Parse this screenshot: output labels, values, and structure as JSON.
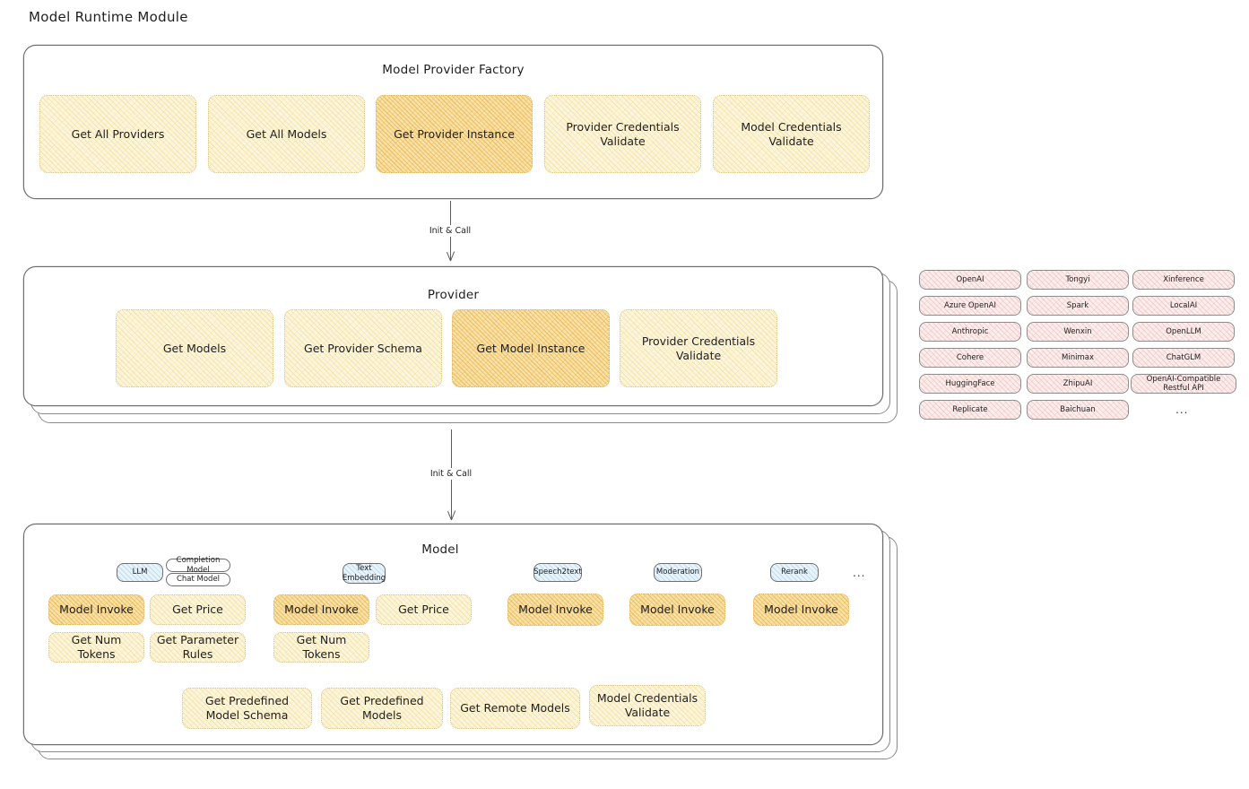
{
  "page": {
    "title": "Model Runtime Module",
    "accent_yellow": "#fdf6de",
    "accent_yellow_strong": "#fae3ad",
    "accent_pink": "#fdeeee",
    "accent_blue": "#e8f3fb",
    "stroke": "#6b6b6b"
  },
  "factory": {
    "title": "Model Provider Factory",
    "chips": [
      {
        "label": "Get All Providers",
        "highlight": false
      },
      {
        "label": "Get All Models",
        "highlight": false
      },
      {
        "label": "Get Provider Instance",
        "highlight": true
      },
      {
        "label": "Provider Credentials Validate",
        "highlight": false
      },
      {
        "label": "Model Credentials Validate",
        "highlight": false
      }
    ]
  },
  "arrows": [
    {
      "label": "Init & Call"
    },
    {
      "label": "Init & Call"
    }
  ],
  "provider": {
    "title": "Provider",
    "chips": [
      {
        "label": "Get Models",
        "highlight": false
      },
      {
        "label": "Get Provider Schema",
        "highlight": false
      },
      {
        "label": "Get Model Instance",
        "highlight": true
      },
      {
        "label": "Provider Credentials Validate",
        "highlight": false
      }
    ]
  },
  "provider_list": {
    "columns": [
      {
        "items": [
          "OpenAI",
          "Azure OpenAI",
          "Anthropic",
          "Cohere",
          "HuggingFace",
          "Replicate"
        ]
      },
      {
        "items": [
          "Tongyi",
          "Spark",
          "Wenxin",
          "Minimax",
          "ZhipuAI",
          "Baichuan"
        ]
      },
      {
        "items": [
          "Xinference",
          "LocalAI",
          "OpenLLM",
          "ChatGLM",
          "OpenAI-Compatible Restful API"
        ]
      }
    ],
    "more": "..."
  },
  "model": {
    "title": "Model",
    "more": "...",
    "types": [
      {
        "badge": "LLM",
        "sub_badges": [
          "Completion Model",
          "Chat Model"
        ],
        "methods": [
          {
            "label": "Model Invoke",
            "highlight": true
          },
          {
            "label": "Get Price",
            "highlight": false
          },
          {
            "label": "Get Num Tokens",
            "highlight": false
          },
          {
            "label": "Get Parameter Rules",
            "highlight": false
          }
        ]
      },
      {
        "badge": "Text Embedding",
        "sub_badges": [],
        "methods": [
          {
            "label": "Model Invoke",
            "highlight": true
          },
          {
            "label": "Get Price",
            "highlight": false
          },
          {
            "label": "Get Num Tokens",
            "highlight": false
          }
        ]
      },
      {
        "badge": "Speech2text",
        "sub_badges": [],
        "methods": [
          {
            "label": "Model Invoke",
            "highlight": true
          }
        ]
      },
      {
        "badge": "Moderation",
        "sub_badges": [],
        "methods": [
          {
            "label": "Model Invoke",
            "highlight": true
          }
        ]
      },
      {
        "badge": "Rerank",
        "sub_badges": [],
        "methods": [
          {
            "label": "Model Invoke",
            "highlight": true
          }
        ]
      }
    ],
    "common_methods": [
      {
        "label": "Get Predefined Model Schema"
      },
      {
        "label": "Get Predefined Models"
      },
      {
        "label": "Get Remote Models"
      },
      {
        "label": "Model Credentials Validate"
      }
    ]
  }
}
